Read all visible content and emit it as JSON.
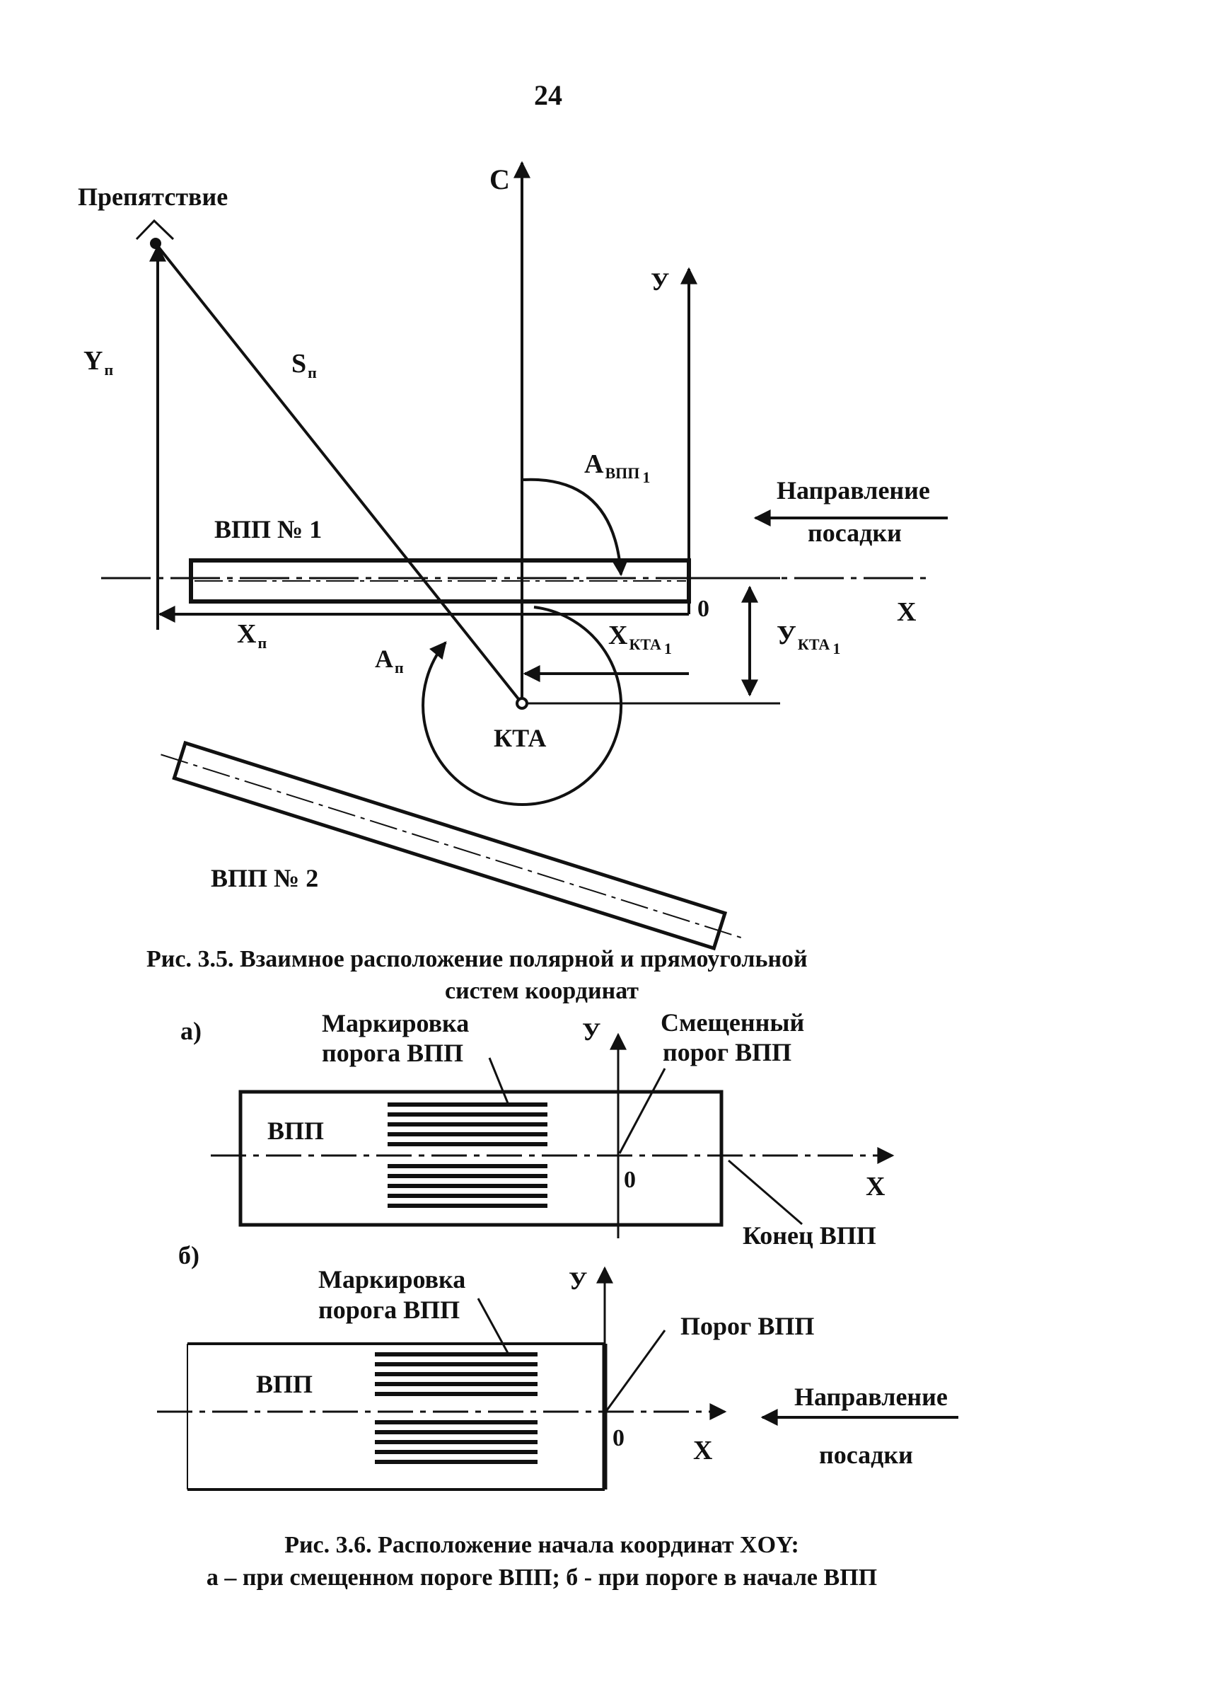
{
  "page_number": "24",
  "figure_3_5": {
    "label_north": "С",
    "label_y_axis": "У",
    "label_x_axis": "X",
    "label_origin": "0",
    "label_obstacle": "Препятствие",
    "label_yn": "Y",
    "label_yn_sub": "п",
    "label_sn": "S",
    "label_sn_sub": "п",
    "label_xn": "X",
    "label_xn_sub": "п",
    "label_an": "А",
    "label_an_sub": "п",
    "label_avpp": "А",
    "label_avpp_sub": "ВПП",
    "label_avpp_idx": "1",
    "label_xkta": "X",
    "label_xkta_sub": "КТА",
    "label_xkta_idx": "1",
    "label_ykta": "У",
    "label_ykta_sub": "КТА",
    "label_ykta_idx": "1",
    "label_runway1": "ВПП № 1",
    "label_runway2": "ВПП № 2",
    "label_kta": "КТА",
    "label_direction_1": "Направление",
    "label_direction_2": "посадки",
    "caption_line1": "Рис. 3.5.   Взаимное расположение полярной  и прямоугольной",
    "caption_line2": "систем координат"
  },
  "figure_3_6": {
    "a": {
      "tag": "а)",
      "label_marking_1": "Маркировка",
      "label_marking_2": "порога ВПП",
      "label_y": "У",
      "label_shifted_1": "Смещенный",
      "label_shifted_2": "порог ВПП",
      "label_runway": "ВПП",
      "label_origin": "0",
      "label_x": "X",
      "label_end": "Конец ВПП"
    },
    "b": {
      "tag": "б)",
      "label_marking_1": "Маркировка",
      "label_marking_2": "порога ВПП",
      "label_y": "У",
      "label_threshold": "Порог ВПП",
      "label_runway": "ВПП",
      "label_origin": "0",
      "label_x": "X",
      "label_direction_1": "Направление",
      "label_direction_2": "посадки"
    },
    "caption_line1": "Рис. 3.6.  Расположение начала координат XOY:",
    "caption_line2": "а – при  смещенном пороге ВПП;  б  - при  пороге в начале ВПП"
  }
}
